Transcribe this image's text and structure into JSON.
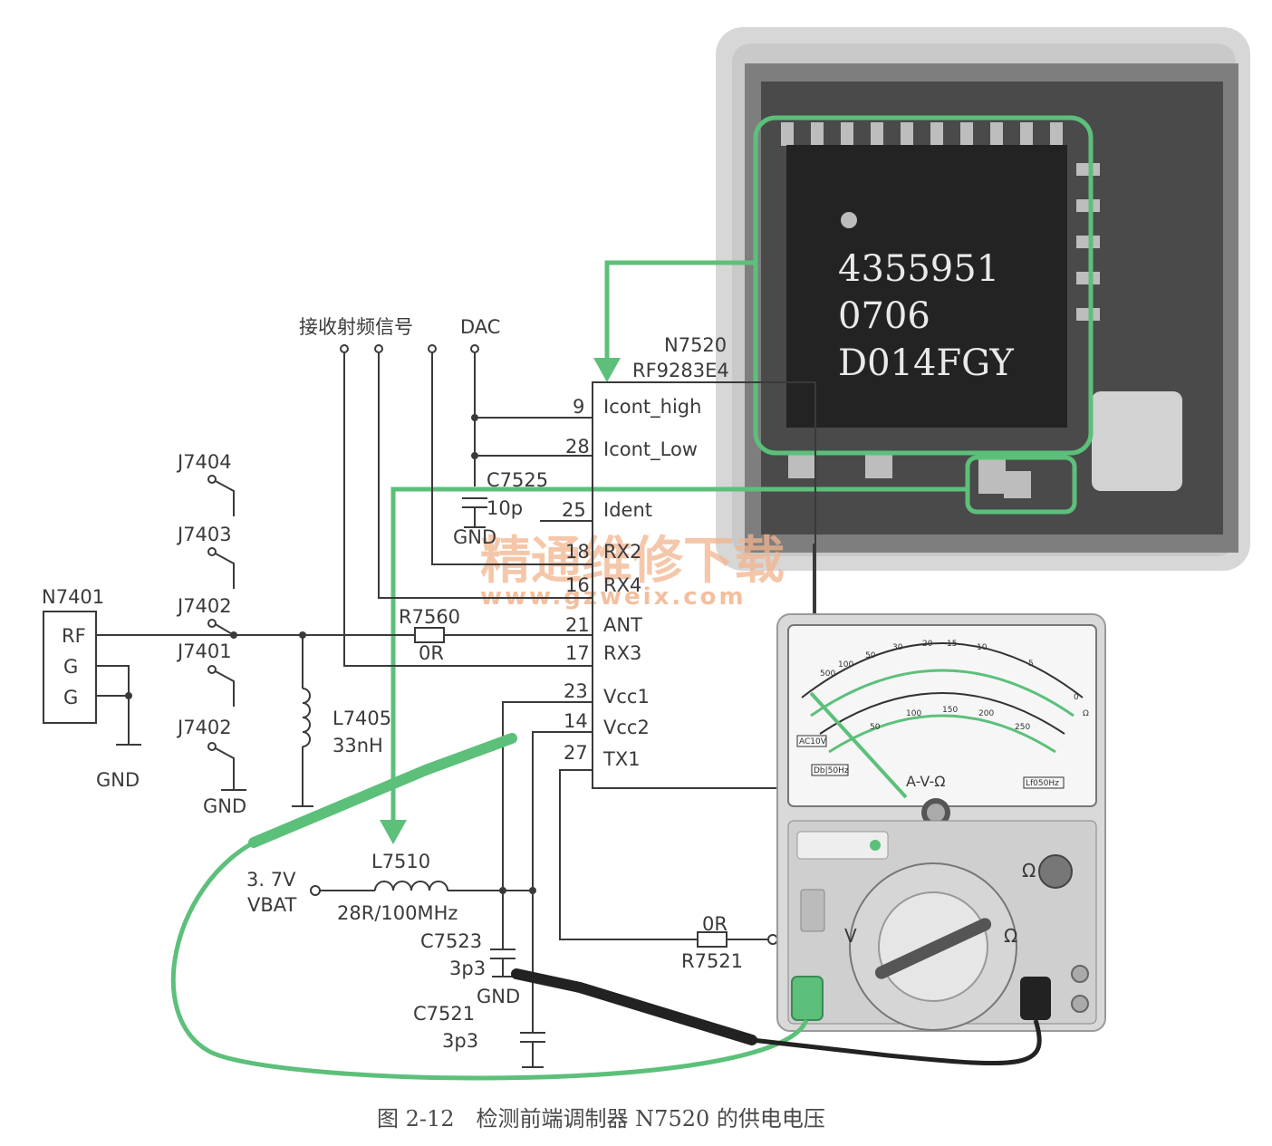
{
  "figure": {
    "caption": "图 2-12　检测前端调制器 N7520 的供电电压",
    "watermark_cn": "精通维修下载",
    "watermark_url": "www.gzweix.com"
  },
  "chip_photo": {
    "markings": [
      "4355951",
      "0706",
      "D014FGY"
    ],
    "highlight_color": "#5cc07a"
  },
  "schematic": {
    "top_signal_label": "接收射频信号",
    "dac_label": "DAC",
    "ic": {
      "ref": "N7520",
      "part": "RF9283E4"
    },
    "pins": [
      {
        "num": "9",
        "name": "Icont_high"
      },
      {
        "num": "28",
        "name": "Icont_Low"
      },
      {
        "num": "25",
        "name": "Ident"
      },
      {
        "num": "18",
        "name": "RX2"
      },
      {
        "num": "16",
        "name": "RX4"
      },
      {
        "num": "21",
        "name": "ANT"
      },
      {
        "num": "17",
        "name": "RX3"
      },
      {
        "num": "23",
        "name": "Vcc1"
      },
      {
        "num": "14",
        "name": "Vcc2"
      },
      {
        "num": "27",
        "name": "TX1"
      }
    ],
    "antenna_module": {
      "ref": "N7401",
      "pins": [
        "RF",
        "G",
        "G"
      ]
    },
    "jacks": [
      "J7404",
      "J7403",
      "J7402",
      "J7401",
      "J7402"
    ],
    "gnd": "GND",
    "c7525": {
      "ref": "C7525",
      "value": "10p"
    },
    "r7560": {
      "ref": "R7560",
      "value": "0R"
    },
    "l7405": {
      "ref": "L7405",
      "value": "33nH"
    },
    "vbat": {
      "voltage": "3. 7V",
      "label": "VBAT"
    },
    "l7510": {
      "ref": "L7510",
      "value": "28R/100MHz"
    },
    "c7523": {
      "ref": "C7523",
      "value": "3p3"
    },
    "c7521": {
      "ref": "C7521",
      "value": "3p3"
    },
    "r7521": {
      "ref": "R7521",
      "value": "0R"
    }
  },
  "multimeter": {
    "dial_legend": "A-V-Ω",
    "scale_top": [
      "500",
      "100",
      "50",
      "30",
      "20",
      "15",
      "10",
      "5",
      "0"
    ],
    "scale_mid": [
      "50",
      "100",
      "150",
      "200",
      "250"
    ],
    "ohm_symbol": "Ω",
    "range_label_v": "V",
    "range_label_ohm": "Ω",
    "box_ac": "AC10V",
    "box_db": "Db|50Hz",
    "box_lf": "Lf050Hz",
    "probe_colors": {
      "positive": "#5cc07a",
      "negative": "#222222"
    }
  }
}
